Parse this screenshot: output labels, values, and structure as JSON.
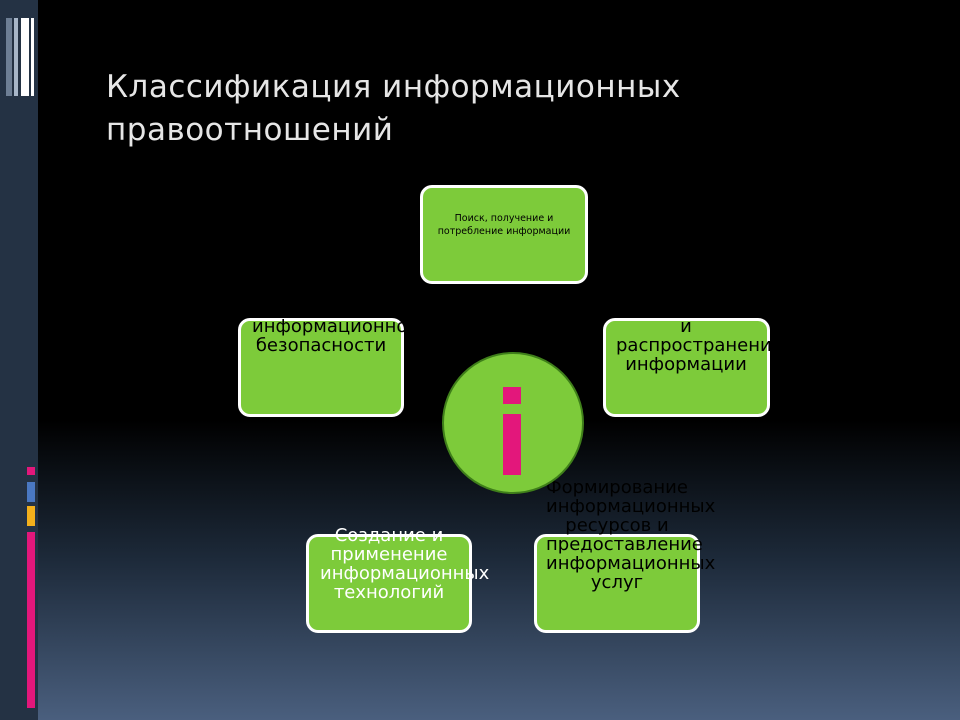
{
  "title": "Классификация информационных правоотношений",
  "center": {
    "glyph": "i"
  },
  "boxes": {
    "top": "Поиск, получение и потребление информации",
    "right": "Производство и распространение информации",
    "bottom_right": "Формирование информационных ресурсов и предоставление информационных услуг",
    "bottom_left": "Создание и применение информационных технологий",
    "left": "Обеспечение информационной безопасности"
  },
  "colors": {
    "box": "#7dcb3a",
    "accent_pink": "#e3177b",
    "accent_yellow": "#f3b01c",
    "accent_blue": "#4a78c2"
  }
}
